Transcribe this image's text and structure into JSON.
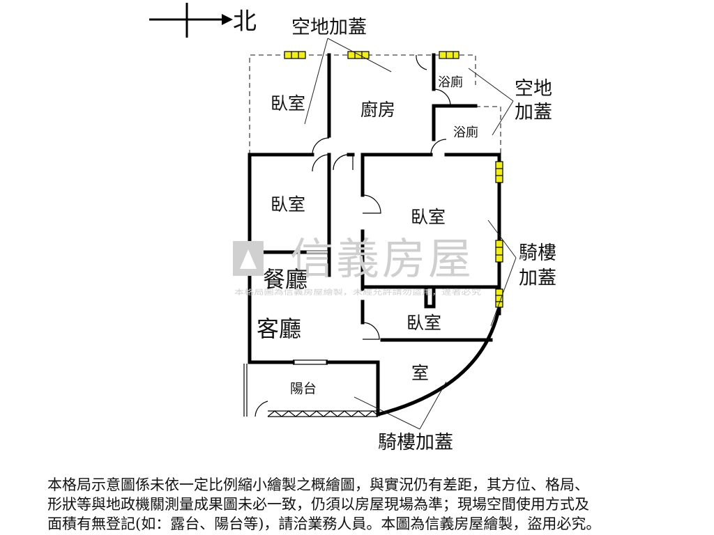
{
  "compass": {
    "direction": "北"
  },
  "rooms": {
    "bedroom_nw": "臥室",
    "kitchen": "廚房",
    "bath_upper": "浴廁",
    "bath_lower": "浴廁",
    "bedroom_west": "臥室",
    "bedroom_center": "臥室",
    "dining": "餐廳",
    "living": "客廳",
    "bedroom_small": "臥室",
    "room_curved": "室",
    "balcony": "陽台"
  },
  "annotations": {
    "top": "空地加蓋",
    "right_top_1": "空地",
    "right_top_2": "加蓋",
    "right_mid_1": "騎樓",
    "right_mid_2": "加蓋",
    "bottom": "騎樓加蓋"
  },
  "watermark": {
    "brand": "信義房屋",
    "notice": "本格局圖為信義房屋繪製，未經允許請勿盜用，違者必究"
  },
  "disclaimer": [
    "本格局示意圖係未依一定比例縮小繪製之概繪圖，與實況仍有差距，其方位、格局、",
    "形狀等與地政機關測量成果圖未必一致，仍須以房屋現場為準；現場空間使用方式及",
    "面積有無登記(如：露台、陽台等)，請洽業務人員。本圖為信義房屋繪製，盜用必究。"
  ],
  "colors": {
    "wall": "#000000",
    "window": "#f2ee1c",
    "watermark": "#cfcfcf"
  }
}
